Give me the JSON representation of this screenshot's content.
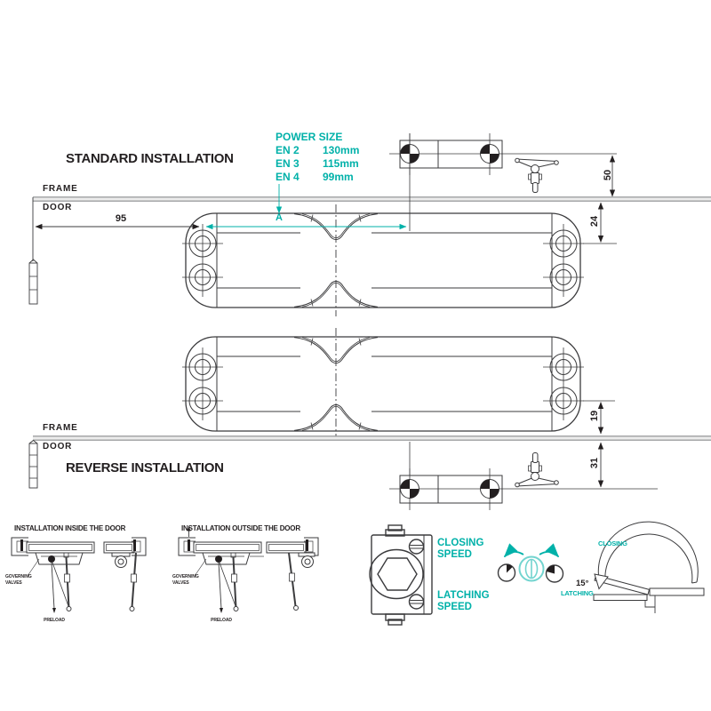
{
  "colors": {
    "teal": "#00B1A9",
    "ink": "#231F20",
    "frame_gray": "#8A8C8E"
  },
  "standard": {
    "title": "STANDARD INSTALLATION",
    "frame": "FRAME",
    "door": "DOOR",
    "dims": {
      "door_edge_to_hole": "95",
      "hole_span": "A",
      "frame_to_plate": "50",
      "door_to_hole": "24"
    }
  },
  "power_size": {
    "title": "POWER SIZE",
    "rows": [
      {
        "size": "EN 2",
        "value": "130mm"
      },
      {
        "size": "EN 3",
        "value": "115mm"
      },
      {
        "size": "EN 4",
        "value": "99mm"
      }
    ]
  },
  "reverse": {
    "title": "REVERSE INSTALLATION",
    "frame": "FRAME",
    "door": "DOOR",
    "dims": {
      "hole_to_frame": "19",
      "door_to_plate": "31"
    }
  },
  "sections": {
    "inside": {
      "title": "INSTALLATION INSIDE THE DOOR",
      "governing_valves": "GOVERNING VALVES",
      "preload": "PRELOAD"
    },
    "outside": {
      "title": "INSTALLATION OUTSIDE THE DOOR",
      "governing_valves": "GOVERNING VALVES",
      "preload": "PRELOAD"
    }
  },
  "adjustment": {
    "closing_speed": "CLOSING SPEED",
    "latching_speed": "LATCHING SPEED"
  },
  "swing": {
    "closing": "CLOSING",
    "angle": "15°",
    "latching": "LATCHING"
  }
}
